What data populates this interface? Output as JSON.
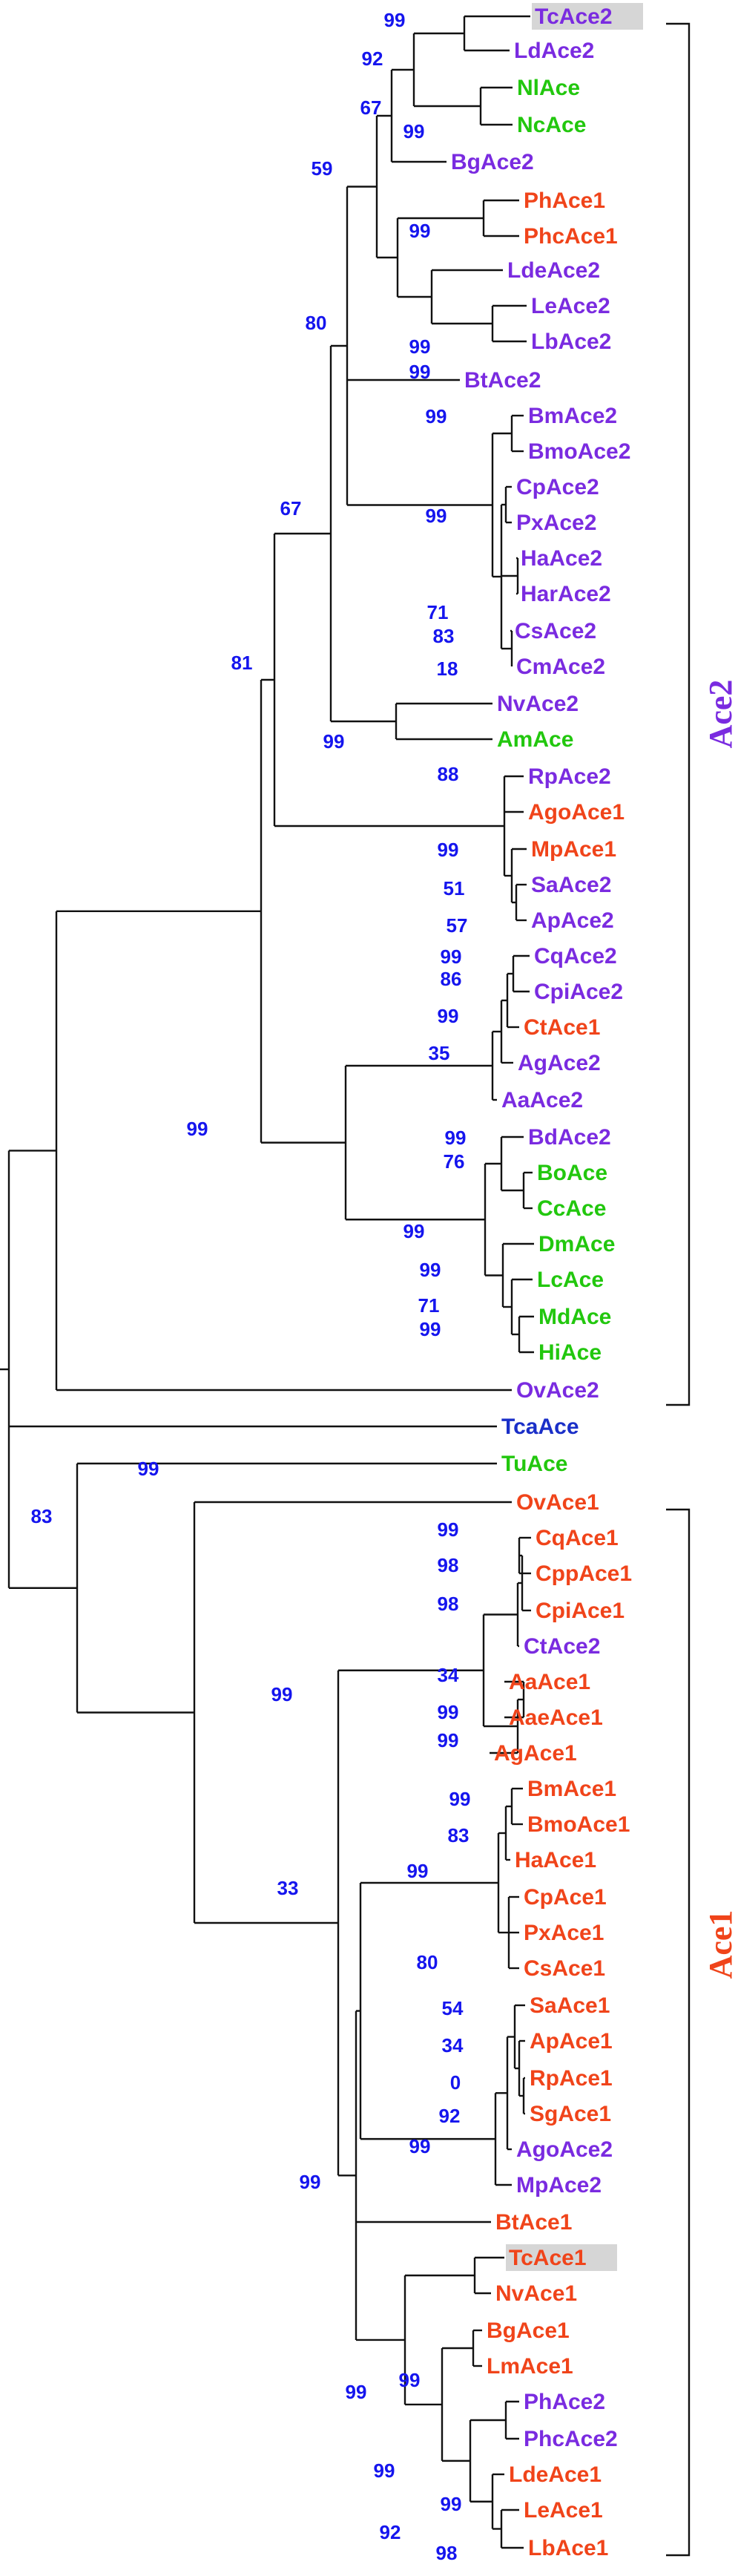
{
  "colors": {
    "ace2_clade": "#7a2be0",
    "ace1_clade": "#f0441a",
    "ace_other": "#22c70e",
    "tca": "#1a2fc8",
    "bootstrap": "#1515ee",
    "highlight": "#d6d6d6",
    "branch": "#111111"
  },
  "clades": {
    "ace2": "Ace2",
    "ace1": "Ace1"
  },
  "leaves": [
    {
      "name": "TcAce2",
      "group": "ace2",
      "highlight": true
    },
    {
      "name": "LdAce2",
      "group": "ace2"
    },
    {
      "name": "NlAce",
      "group": "other"
    },
    {
      "name": "NcAce",
      "group": "other"
    },
    {
      "name": "BgAce2",
      "group": "ace2"
    },
    {
      "name": "PhAce1",
      "group": "ace1"
    },
    {
      "name": "PhcAce1",
      "group": "ace1"
    },
    {
      "name": "LdeAce2",
      "group": "ace2"
    },
    {
      "name": "LeAce2",
      "group": "ace2"
    },
    {
      "name": "LbAce2",
      "group": "ace2"
    },
    {
      "name": "BtAce2",
      "group": "ace2"
    },
    {
      "name": "BmAce2",
      "group": "ace2"
    },
    {
      "name": "BmoAce2",
      "group": "ace2"
    },
    {
      "name": "CpAce2",
      "group": "ace2"
    },
    {
      "name": "PxAce2",
      "group": "ace2"
    },
    {
      "name": "HaAce2",
      "group": "ace2"
    },
    {
      "name": "HarAce2",
      "group": "ace2"
    },
    {
      "name": "CsAce2",
      "group": "ace2"
    },
    {
      "name": "CmAce2",
      "group": "ace2"
    },
    {
      "name": "NvAce2",
      "group": "ace2"
    },
    {
      "name": "AmAce",
      "group": "other"
    },
    {
      "name": "RpAce2",
      "group": "ace2"
    },
    {
      "name": "AgoAce1",
      "group": "ace1"
    },
    {
      "name": "MpAce1",
      "group": "ace1"
    },
    {
      "name": "SaAce2",
      "group": "ace2"
    },
    {
      "name": "ApAce2",
      "group": "ace2"
    },
    {
      "name": "CqAce2",
      "group": "ace2"
    },
    {
      "name": "CpiAce2",
      "group": "ace2"
    },
    {
      "name": "CtAce1",
      "group": "ace1"
    },
    {
      "name": "AgAce2",
      "group": "ace2"
    },
    {
      "name": "AaAce2",
      "group": "ace2"
    },
    {
      "name": "BdAce2",
      "group": "ace2"
    },
    {
      "name": "BoAce",
      "group": "other"
    },
    {
      "name": "CcAce",
      "group": "other"
    },
    {
      "name": "DmAce",
      "group": "other"
    },
    {
      "name": "LcAce",
      "group": "other"
    },
    {
      "name": "MdAce",
      "group": "other"
    },
    {
      "name": "HiAce",
      "group": "other"
    },
    {
      "name": "OvAce2",
      "group": "ace2"
    },
    {
      "name": "TcaAce",
      "group": "tca"
    },
    {
      "name": "TuAce",
      "group": "other"
    },
    {
      "name": "OvAce1",
      "group": "ace1"
    },
    {
      "name": "CqAce1",
      "group": "ace1"
    },
    {
      "name": "CppAce1",
      "group": "ace1"
    },
    {
      "name": "CpiAce1",
      "group": "ace1"
    },
    {
      "name": "CtAce2",
      "group": "ace2"
    },
    {
      "name": "AaAce1",
      "group": "ace1"
    },
    {
      "name": "AaeAce1",
      "group": "ace1"
    },
    {
      "name": "AgAce1",
      "group": "ace1"
    },
    {
      "name": "BmAce1",
      "group": "ace1"
    },
    {
      "name": "BmoAce1",
      "group": "ace1"
    },
    {
      "name": "HaAce1",
      "group": "ace1"
    },
    {
      "name": "CpAce1",
      "group": "ace1"
    },
    {
      "name": "PxAce1",
      "group": "ace1"
    },
    {
      "name": "CsAce1",
      "group": "ace1"
    },
    {
      "name": "SaAce1",
      "group": "ace1"
    },
    {
      "name": "ApAce1",
      "group": "ace1"
    },
    {
      "name": "RpAce1",
      "group": "ace1"
    },
    {
      "name": "SgAce1",
      "group": "ace1"
    },
    {
      "name": "AgoAce2",
      "group": "ace2"
    },
    {
      "name": "MpAce2",
      "group": "ace2"
    },
    {
      "name": "BtAce1",
      "group": "ace1"
    },
    {
      "name": "TcAce1",
      "group": "ace1",
      "highlight": true
    },
    {
      "name": "NvAce1",
      "group": "ace1"
    },
    {
      "name": "BgAce1",
      "group": "ace1"
    },
    {
      "name": "LmAce1",
      "group": "ace1"
    },
    {
      "name": "PhAce2",
      "group": "ace2"
    },
    {
      "name": "PhcAce2",
      "group": "ace2"
    },
    {
      "name": "LdeAce1",
      "group": "ace1"
    },
    {
      "name": "LeAce1",
      "group": "ace1"
    },
    {
      "name": "LbAce1",
      "group": "ace1"
    }
  ],
  "bootstrap_values": [
    "99",
    "92",
    "67",
    "99",
    "59",
    "99",
    "80",
    "99",
    "99",
    "67",
    "99",
    "99",
    "71",
    "83",
    "18",
    "81",
    "99",
    "88",
    "99",
    "51",
    "57",
    "99",
    "86",
    "99",
    "35",
    "99",
    "99",
    "76",
    "99",
    "99",
    "71",
    "99",
    "83",
    "99",
    "99",
    "98",
    "98",
    "34",
    "99",
    "99",
    "99",
    "33",
    "99",
    "83",
    "99",
    "80",
    "54",
    "34",
    "0",
    "92",
    "99",
    "99",
    "99",
    "99",
    "99",
    "92",
    "99",
    "98"
  ]
}
